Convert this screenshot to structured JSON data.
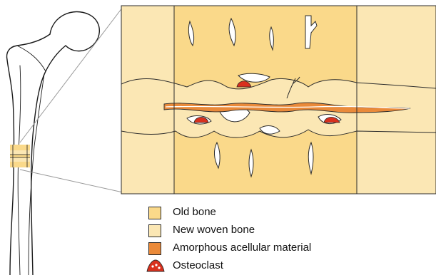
{
  "colors": {
    "old_bone": "#fad98a",
    "new_woven_bone": "#fbe7b4",
    "amorphous_material": "#ea8a3a",
    "osteoclast": "#d9301d",
    "outline": "#2b2b2b"
  },
  "legend": {
    "items": [
      {
        "label": "Old bone",
        "swatch": "old-bone"
      },
      {
        "label": "New woven bone",
        "swatch": "new-woven-bone"
      },
      {
        "label": "Amorphous acellular material",
        "swatch": "amorphous-material"
      },
      {
        "label": "Osteoclast",
        "swatch": "osteoclast-icon"
      }
    ]
  }
}
